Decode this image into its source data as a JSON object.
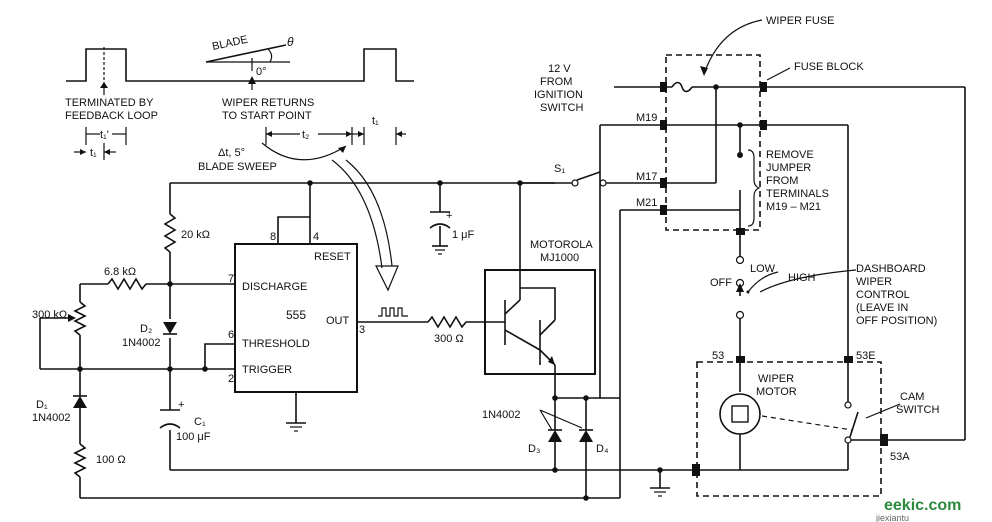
{
  "waveform": {
    "blade": "BLADE",
    "theta": "θ",
    "zero_deg": "0°",
    "terminated_by": "TERMINATED BY",
    "feedback_loop": "FEEDBACK LOOP",
    "wiper_returns": "WIPER RETURNS",
    "to_start_point": "TO START POINT",
    "t1_prime": "t₁'",
    "t1": "t₁",
    "t2": "t₂",
    "t1_right": "t₁",
    "delta_t": "Δt, 5°",
    "blade_sweep": "BLADE SWEEP"
  },
  "timer": {
    "reset": "RESET",
    "discharge": "DISCHARGE",
    "chip": "555",
    "out": "OUT",
    "threshold": "THRESHOLD",
    "trigger": "TRIGGER",
    "pin8": "8",
    "pin4": "4",
    "pin7": "7",
    "pin6": "6",
    "pin2": "2",
    "pin3": "3"
  },
  "components": {
    "r20k": "20 kΩ",
    "r6_8k": "6.8 kΩ",
    "r300k": "300 kΩ",
    "d2": "D₂",
    "d2_part": "1N4002",
    "d1": "D₁",
    "d1_part": "1N4002",
    "r100": "100 Ω",
    "c1": "C₁",
    "c1_value": "100 μF",
    "c1_plus": "+",
    "cap_plus": "+",
    "cap_1uf": "1 μF",
    "r300": "300 Ω",
    "transistor_brand": "MOTOROLA",
    "transistor_part": "MJ1000",
    "diode_part": "1N4002",
    "d3": "D₃",
    "d4": "D₄",
    "s1": "S₁"
  },
  "fuse_block": {
    "supply_line1": "12 V",
    "supply_line2": "FROM",
    "supply_line3": "IGNITION",
    "supply_line4": "SWITCH",
    "wiper_fuse": "WIPER FUSE",
    "fuse_block": "FUSE BLOCK",
    "m19": "M19",
    "m17": "M17",
    "m21": "M21",
    "note_line1": "REMOVE",
    "note_line2": "JUMPER",
    "note_line3": "FROM",
    "note_line4": "TERMINALS",
    "note_line5": "M19 – M21"
  },
  "control": {
    "off": "OFF",
    "low": "LOW",
    "high": "HIGH",
    "title_line1": "DASHBOARD",
    "title_line2": "WIPER",
    "title_line3": "CONTROL",
    "title_line4": "(LEAVE IN",
    "title_line5": "OFF POSITION)"
  },
  "motor": {
    "t53": "53",
    "t53e": "53E",
    "t53a": "53A",
    "title_line1": "WIPER",
    "title_line2": "MOTOR",
    "cam_line1": "CAM",
    "cam_line2": "SWITCH"
  },
  "watermark": {
    "brand": "eekic.com",
    "site": "jiexiantu"
  }
}
